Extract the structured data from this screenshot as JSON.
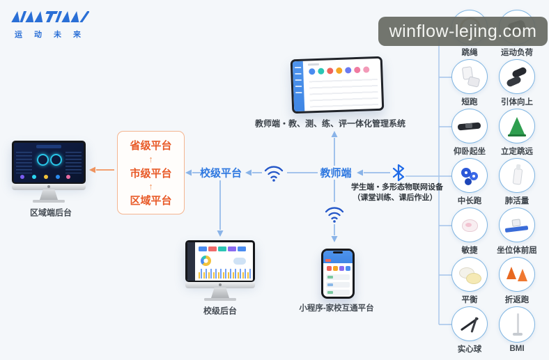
{
  "brand": {
    "text": "运动未来"
  },
  "watermark": {
    "text": "winflow-lejing.com"
  },
  "flow": {
    "tablet_caption": "教师端・教、测、练、评一体化管理系统",
    "teacher_label": "教师端",
    "school_platform_label": "校级平台",
    "student_line1": "学生端・多形态物联网设备",
    "student_line2": "（课堂训练、课后作业）",
    "regional_backend_label": "区域端后台",
    "school_backend_label": "校级后台",
    "miniprogram_label": "小程序-家校互通平台",
    "platform_box": {
      "level_top": "省级平台",
      "level_mid": "市级平台",
      "level_bottom": "区域平台",
      "up_arrow": "↑"
    }
  },
  "devices": {
    "items": [
      {
        "label": "跳绳",
        "icon": "jump-rope-icon"
      },
      {
        "label": "运动负荷",
        "icon": "exercise-load-icon"
      },
      {
        "label": "短跑",
        "icon": "sprint-icon"
      },
      {
        "label": "引体向上",
        "icon": "pull-up-icon"
      },
      {
        "label": "仰卧起坐",
        "icon": "sit-up-icon"
      },
      {
        "label": "立定跳远",
        "icon": "standing-jump-icon"
      },
      {
        "label": "中长跑",
        "icon": "long-run-icon"
      },
      {
        "label": "肺活量",
        "icon": "lung-capacity-icon"
      },
      {
        "label": "敏捷",
        "icon": "agility-icon"
      },
      {
        "label": "坐位体前屈",
        "icon": "sit-reach-icon"
      },
      {
        "label": "平衡",
        "icon": "balance-icon"
      },
      {
        "label": "折返跑",
        "icon": "shuttle-run-icon"
      },
      {
        "label": "实心球",
        "icon": "medicine-ball-icon"
      },
      {
        "label": "BMI",
        "icon": "bmi-icon"
      }
    ]
  },
  "colors": {
    "accent_blue": "#2e78e0",
    "accent_orange": "#e85a28",
    "line_blue": "#8ab4e8",
    "line_orange": "#f2955f"
  }
}
